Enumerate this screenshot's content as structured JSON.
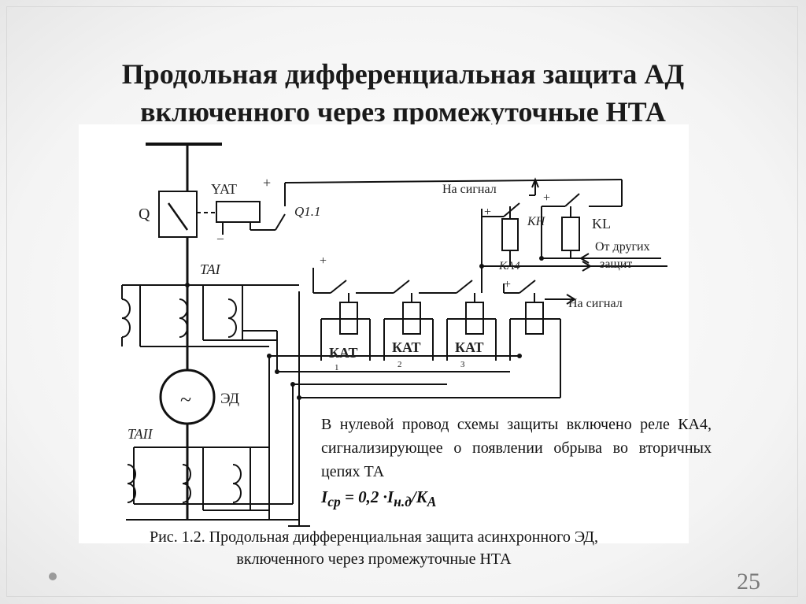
{
  "title": {
    "line1": "Продольная дифференциальная защита АД",
    "line2": "включенного через промежуточные НТА"
  },
  "schematic": {
    "labels": {
      "q": "Q",
      "yat": "YAT",
      "q11": "Q1.1",
      "na_signal_top": "На сигнал",
      "kh": "KH",
      "kl": "KL",
      "ot_drugih": "От других",
      "zashit": "защит",
      "ka4": "КА4",
      "na_signal_mid": "На сигнал",
      "ta1": "TAI",
      "ta2": "TAII",
      "ed": "ЭД",
      "motor": "~",
      "kat1": "КАТ",
      "kat2": "КАТ",
      "kat3": "КАТ",
      "kat1_sub": "1",
      "kat2_sub": "2",
      "kat3_sub": "3",
      "plus": "+",
      "minus": "_"
    }
  },
  "note": {
    "text": "В нулевой провод схемы защиты включено реле КА4, сигнализирующее о появлении обрыва во вторичных цепях ТА",
    "formula_lhs": "I",
    "formula_lhs_sub": "ср",
    "formula_mid": " = 0,2 ·I",
    "formula_mid_sub": "н.д",
    "formula_rhs": "/K",
    "formula_rhs_sub": "А"
  },
  "caption": {
    "line1": "Рис. 1.2. Продольная дифференциальная защита асинхронного ЭД,",
    "line2": "включенного через промежуточные НТА"
  },
  "page_number": "25"
}
